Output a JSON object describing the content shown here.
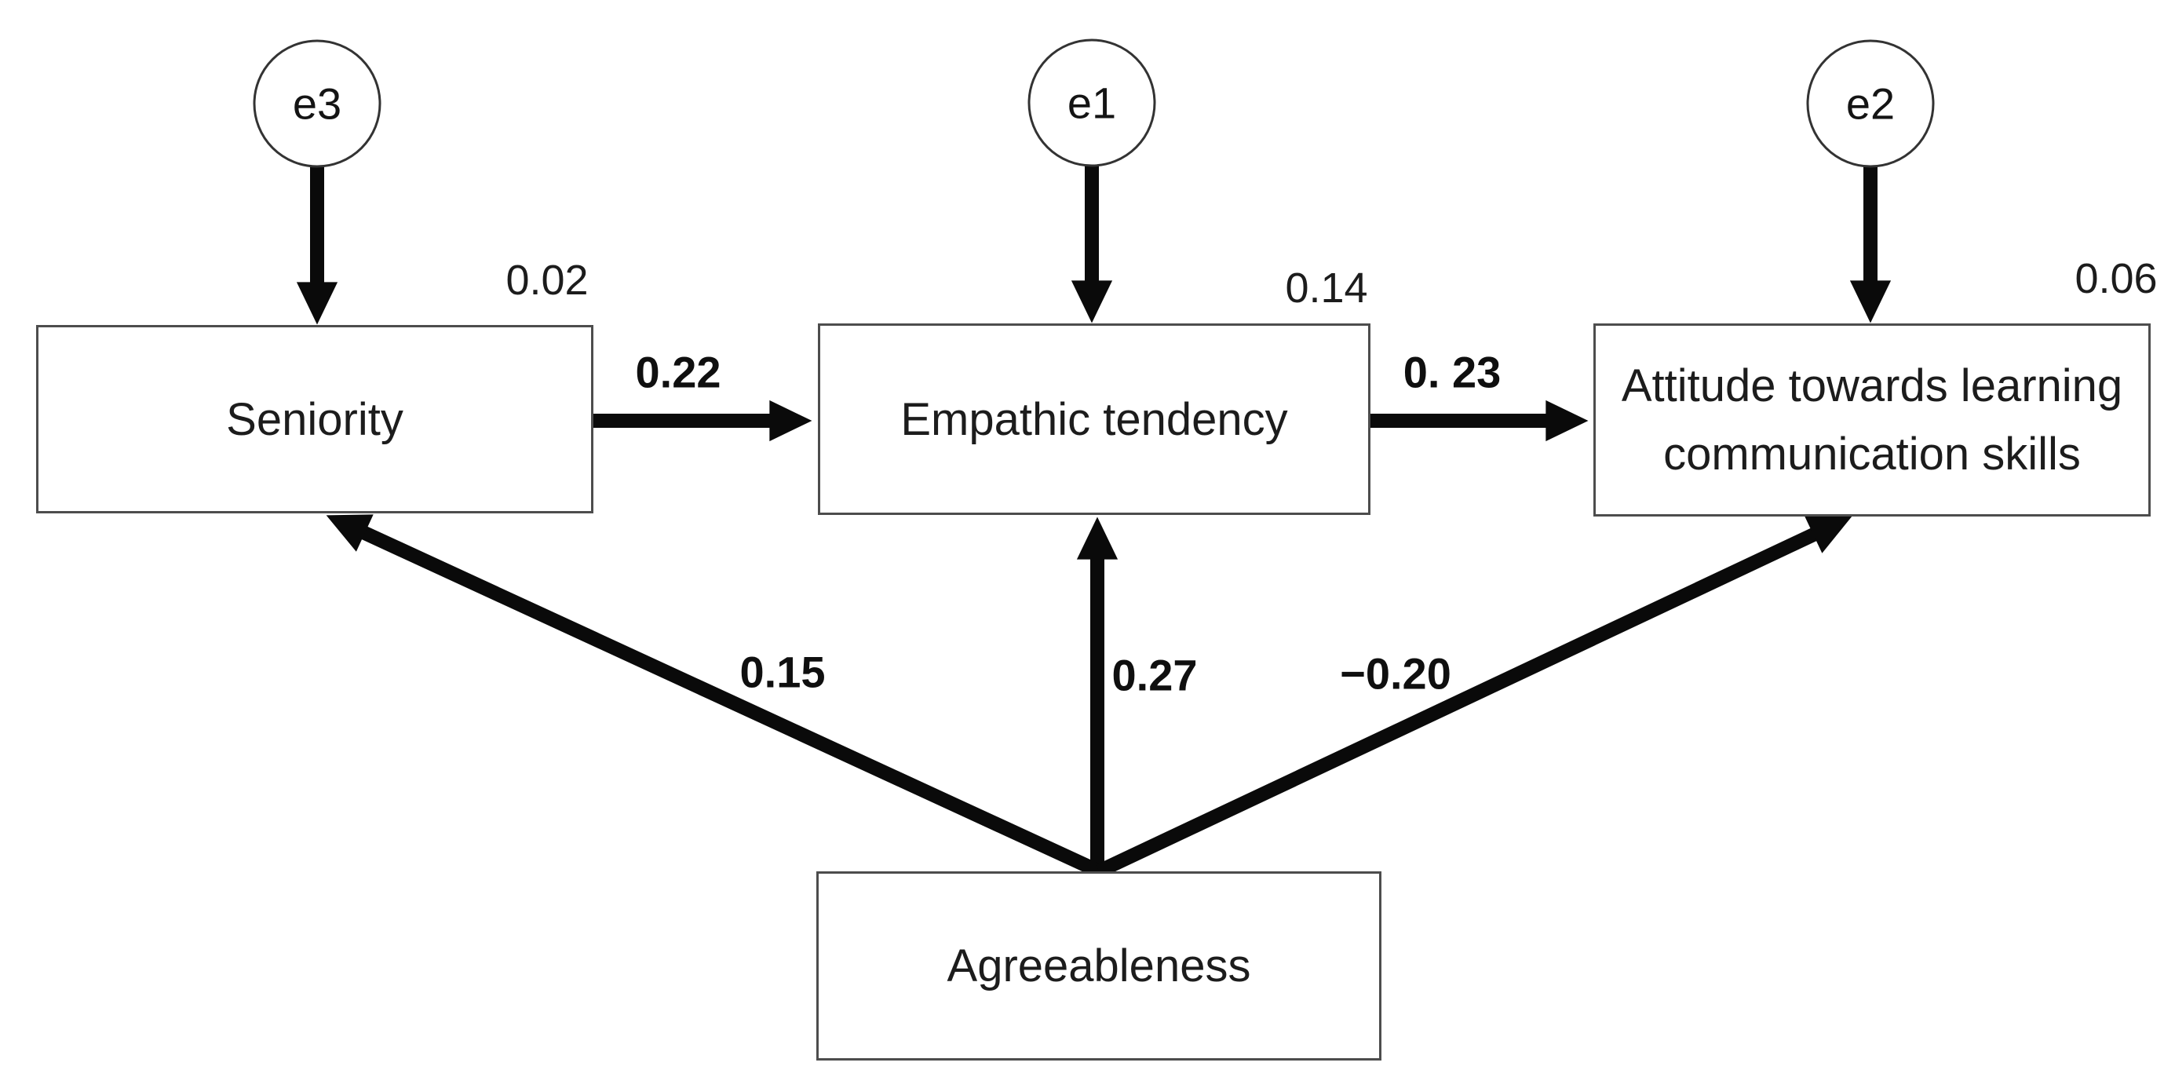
{
  "figure": {
    "background_color": "#ffffff",
    "ink_color": "#0a0a0a",
    "box_border_color": "#4d4d4d"
  },
  "error_terms": [
    {
      "label": "e3",
      "attached_to": "Seniority"
    },
    {
      "label": "e1",
      "attached_to": "Empathic tendency"
    },
    {
      "label": "e2",
      "attached_to": "Attitude towards learning communication skills"
    }
  ],
  "variables": {
    "seniority": {
      "label": "Seniority",
      "r_squared": "0.02"
    },
    "empathic": {
      "label": "Empathic tendency",
      "r_squared": "0.14"
    },
    "attitude": {
      "label_line1": "Attitude towards learning",
      "label_line2": "communication skills",
      "r_squared": "0.06"
    },
    "agreeableness": {
      "label": "Agreeableness"
    }
  },
  "coefficients": [
    {
      "from": "Seniority",
      "to": "Empathic tendency",
      "label": "0.22"
    },
    {
      "from": "Empathic tendency",
      "to": "Attitude towards learning communication skills",
      "label": "0. 23"
    },
    {
      "from": "Agreeableness",
      "to": "Seniority",
      "label": "0.15"
    },
    {
      "from": "Agreeableness",
      "to": "Empathic tendency",
      "label": "0.27"
    },
    {
      "from": "Agreeableness",
      "to": "Attitude towards learning communication skills",
      "label": "−0.20"
    }
  ]
}
